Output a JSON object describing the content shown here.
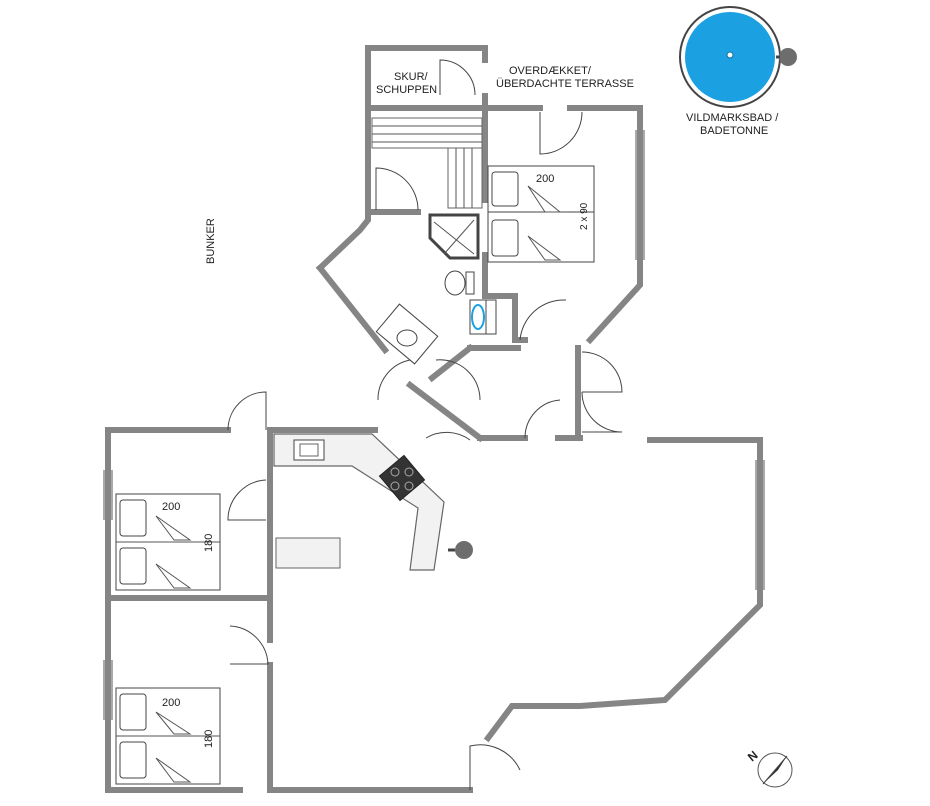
{
  "labels": {
    "shed_line1": "SKUR/",
    "shed_line2": "SCHUPPEN",
    "terrace_line1": "OVERDÆKKET/",
    "terrace_line2": "ÜBERDACHTE TERRASSE",
    "hottub_line1": "VILDMARKSBAD /",
    "hottub_line2": "BADETONNE",
    "bunker": "BUNKER",
    "north": "N"
  },
  "beds": {
    "top_right_length": "200",
    "top_right_width": "2 x 90",
    "left_upper_length": "200",
    "left_upper_width": "180",
    "left_lower_length": "200",
    "left_lower_width": "180"
  },
  "colors": {
    "hottub_water": "#1ba1e2",
    "walls": "#8c8c8c"
  },
  "icons": [
    "hot-tub-icon",
    "stove-icon",
    "sink-icon",
    "toilet-icon",
    "shower-icon",
    "washing-machine-icon",
    "compass-icon",
    "fireplace-icon"
  ]
}
